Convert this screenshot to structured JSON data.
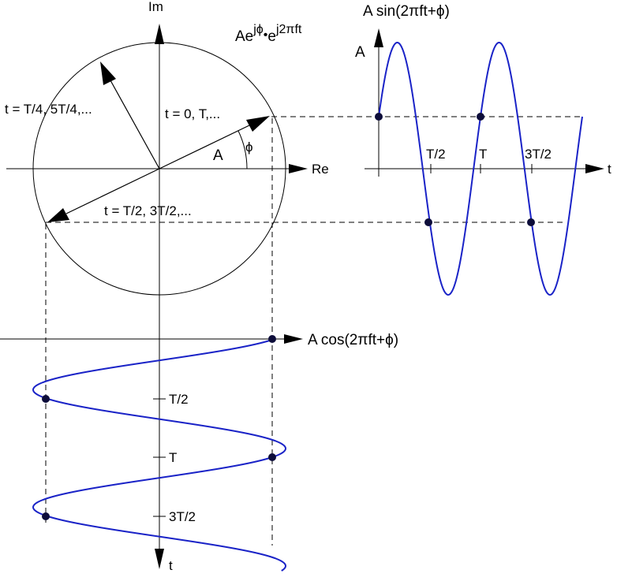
{
  "colors": {
    "curve": "#1a23c7",
    "ink": "#000000",
    "dot": "#0d0d3a"
  },
  "phasor": {
    "axis_im": "Im",
    "axis_re": "Re",
    "formula_base1": "Ae",
    "formula_exp1": "jϕ",
    "formula_dot": "•",
    "formula_base2": "e",
    "formula_exp2": "j2πft",
    "label_t0": "t = 0, T,...",
    "label_tq": "t = T/4, 5T/4,...",
    "label_th": "t = T/2, 3T/2,...",
    "label_amp": "A",
    "label_phi": "ϕ"
  },
  "sine": {
    "title": "A sin(2πft+ϕ)",
    "y_label": "A",
    "x_label": "t",
    "ticks": [
      "T/2",
      "T",
      "3T/2"
    ]
  },
  "cosine": {
    "title": "A cos(2πft+ϕ)",
    "t_label": "t",
    "ticks": [
      "T/2",
      "T",
      "3T/2"
    ]
  }
}
